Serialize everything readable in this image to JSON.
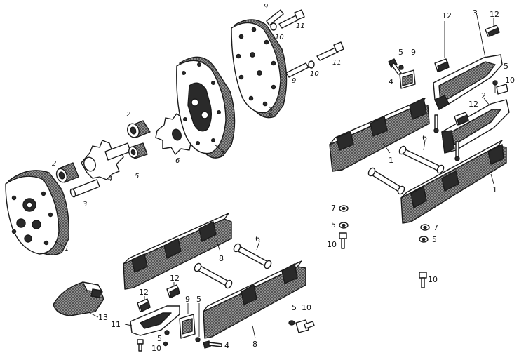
{
  "labels": {
    "pump": {
      "cover_plate": "1",
      "bushing_a": "2",
      "bushing_b": "2",
      "shaft": "3",
      "gear_driving": "4",
      "bushing_c": "5",
      "gear_driven": "6",
      "gear_housing": "7",
      "end_plate": "8",
      "pin_top": "9",
      "washer_top": "10",
      "bolt_top": "11",
      "pin_mid": "9",
      "washer_mid": "10",
      "bolt_mid": "11"
    },
    "assembly_right": {
      "pad_top_left": "12",
      "pad_top_right": "12",
      "side_plate": "3",
      "screw_4": "4",
      "nut_5a": "5",
      "shoe_9": "9",
      "nut_5b": "5",
      "washer_10": "10",
      "bracket_2": "2",
      "pad_mid": "12",
      "rail_1_left": "1",
      "rod_6": "6",
      "rail_1_right": "1",
      "washer_7a": "7",
      "nut_5c": "5",
      "bolt_10a": "10",
      "washer_7b": "7",
      "nut_5d": "5",
      "bolt_10b": "10"
    },
    "assembly_bottom": {
      "rail_8_top": "8",
      "rod_6": "6",
      "pad_12a": "12",
      "pad_12b": "12",
      "toe_13": "13",
      "bracket_11": "11",
      "nut_5a": "5",
      "washer_10a": "10",
      "shoe_9": "9",
      "nut_5b": "5",
      "screw_4": "4",
      "rail_8_bottom": "8",
      "nut_5c": "5",
      "bolt_10": "10"
    }
  }
}
